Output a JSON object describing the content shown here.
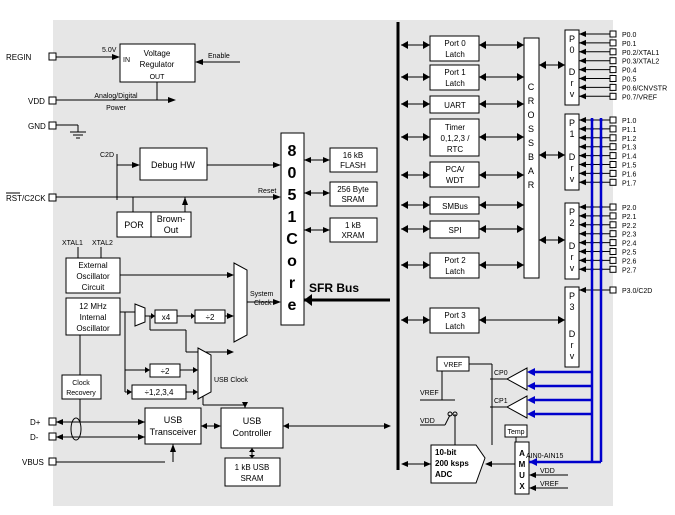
{
  "pins_left": {
    "regin": "REGIN",
    "vdd": "VDD",
    "gnd": "GND",
    "rst": "RST/C2CK",
    "dplus": "D+",
    "dminus": "D-",
    "vbus": "VBUS"
  },
  "regulator": {
    "line1": "Voltage",
    "line2": "Regulator",
    "in": "IN",
    "out": "OUT",
    "v5": "5.0V",
    "enable": "Enable",
    "analog1": "Analog/Digital",
    "analog2": "Power"
  },
  "debug": {
    "c2d": "C2D",
    "label": "Debug HW",
    "reset": "Reset"
  },
  "por": {
    "por": "POR",
    "brown1": "Brown-",
    "brown2": "Out"
  },
  "core": {
    "chars": [
      "8",
      "0",
      "5",
      "1",
      "C",
      "o",
      "r",
      "e"
    ]
  },
  "memory": {
    "flash1": "16 kB",
    "flash2": "FLASH",
    "sram1": "256 Byte",
    "sram2": "SRAM",
    "xram1": "1 kB",
    "xram2": "XRAM"
  },
  "sfr": "SFR Bus",
  "osc": {
    "xtal1": "XTAL1",
    "xtal2": "XTAL2",
    "ext1": "External",
    "ext2": "Oscillator",
    "ext3": "Circuit",
    "int1": "12 MHz",
    "int2": "Internal",
    "int3": "Oscillator",
    "x4": "x4",
    "div2a": "÷2",
    "div2b": "÷2",
    "div1234": "÷1,2,3,4",
    "sysclk1": "System",
    "sysclk2": "Clock",
    "usbclk": "USB Clock",
    "rec1": "Clock",
    "rec2": "Recovery"
  },
  "usb": {
    "tr1": "USB",
    "tr2": "Transceiver",
    "ct1": "USB",
    "ct2": "Controller",
    "ram1": "1 kB USB",
    "ram2": "SRAM"
  },
  "periph": {
    "p0a": "Port 0",
    "p0b": "Latch",
    "p1a": "Port 1",
    "p1b": "Latch",
    "uart": "UART",
    "tim1": "Timer",
    "tim2": "0,1,2,3 /",
    "tim3": "RTC",
    "pca1": "PCA/",
    "pca2": "WDT",
    "smbus": "SMBus",
    "spi": "SPI",
    "p2a": "Port 2",
    "p2b": "Latch",
    "p3a": "Port 3",
    "p3b": "Latch"
  },
  "crossbar": [
    "C",
    "R",
    "O",
    "S",
    "S",
    "B",
    "A",
    "R"
  ],
  "drivers": [
    {
      "chars": [
        "P",
        "0",
        "D",
        "r",
        "v"
      ]
    },
    {
      "chars": [
        "P",
        "1",
        "D",
        "r",
        "v"
      ]
    },
    {
      "chars": [
        "P",
        "2",
        "D",
        "r",
        "v"
      ]
    },
    {
      "chars": [
        "P",
        "3",
        "D",
        "r",
        "v"
      ]
    }
  ],
  "port_pins": {
    "p0": [
      "P0.0",
      "P0.1",
      "P0.2/XTAL1",
      "P0.3/XTAL2",
      "P0.4",
      "P0.5",
      "P0.6/CNVSTR",
      "P0.7/VREF"
    ],
    "p1": [
      "P1.0",
      "P1.1",
      "P1.2",
      "P1.3",
      "P1.4",
      "P1.5",
      "P1.6",
      "P1.7"
    ],
    "p2": [
      "P2.0",
      "P2.1",
      "P2.2",
      "P2.3",
      "P2.4",
      "P2.5",
      "P2.6",
      "P2.7"
    ],
    "p3": [
      "P3.0/C2D"
    ]
  },
  "analog": {
    "vref_box": "VREF",
    "vref": "VREF",
    "vdd": "VDD",
    "cp0": "CP0",
    "cp1": "CP1",
    "temp": "Temp",
    "adc1": "10-bit",
    "adc2": "200 ksps",
    "adc3": "ADC",
    "ain": "AIN0-AIN15",
    "amux": [
      "A",
      "M",
      "U",
      "X"
    ],
    "mux_vdd": "VDD",
    "mux_vref": "VREF"
  }
}
